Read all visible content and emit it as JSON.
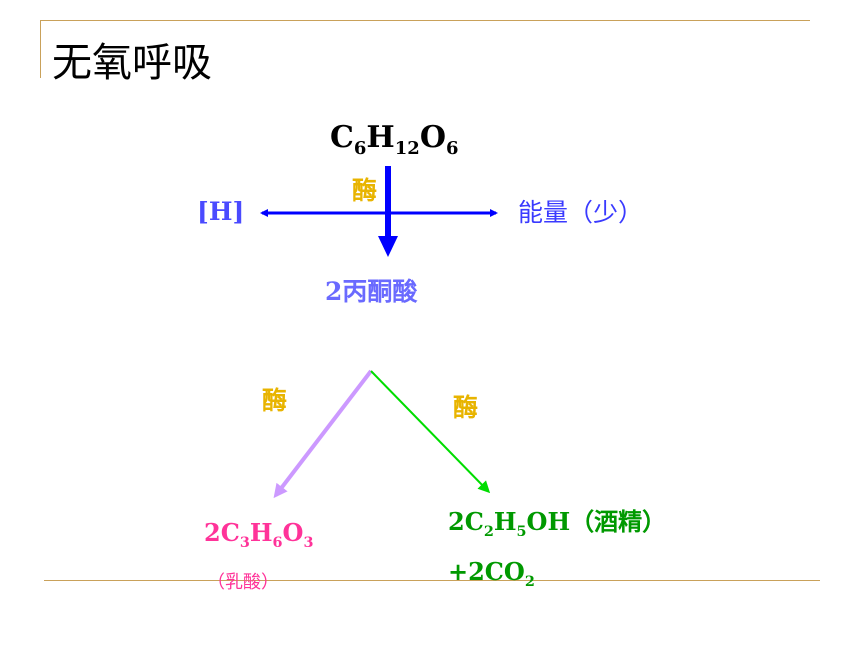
{
  "title": "无氧呼吸",
  "glucose": {
    "symbols": [
      "C",
      "H",
      "O"
    ],
    "subs": [
      "6",
      "12",
      "6"
    ]
  },
  "enzyme_label": "酶",
  "hydrogen": "[H]",
  "energy": "能量（少）",
  "pyruvate": "2丙酮酸",
  "lactic_acid": {
    "prefix": "2",
    "symbols": [
      "C",
      "H",
      "O"
    ],
    "subs": [
      "3",
      "6",
      "3"
    ],
    "name": "（乳酸）"
  },
  "ethanol": {
    "prefix": "2",
    "symbols": [
      "C",
      "H",
      "OH"
    ],
    "subs": [
      "2",
      "5"
    ],
    "name": "（酒精）"
  },
  "co2": {
    "text": "+2CO",
    "sub": "2"
  },
  "colors": {
    "blue": "#0000ff",
    "purple": "#cc99ff",
    "green": "#00dd00",
    "enzyme": "#e8b400",
    "lactic": "#ff3399",
    "ethanol": "#009900",
    "rule": "#c9a15a"
  }
}
